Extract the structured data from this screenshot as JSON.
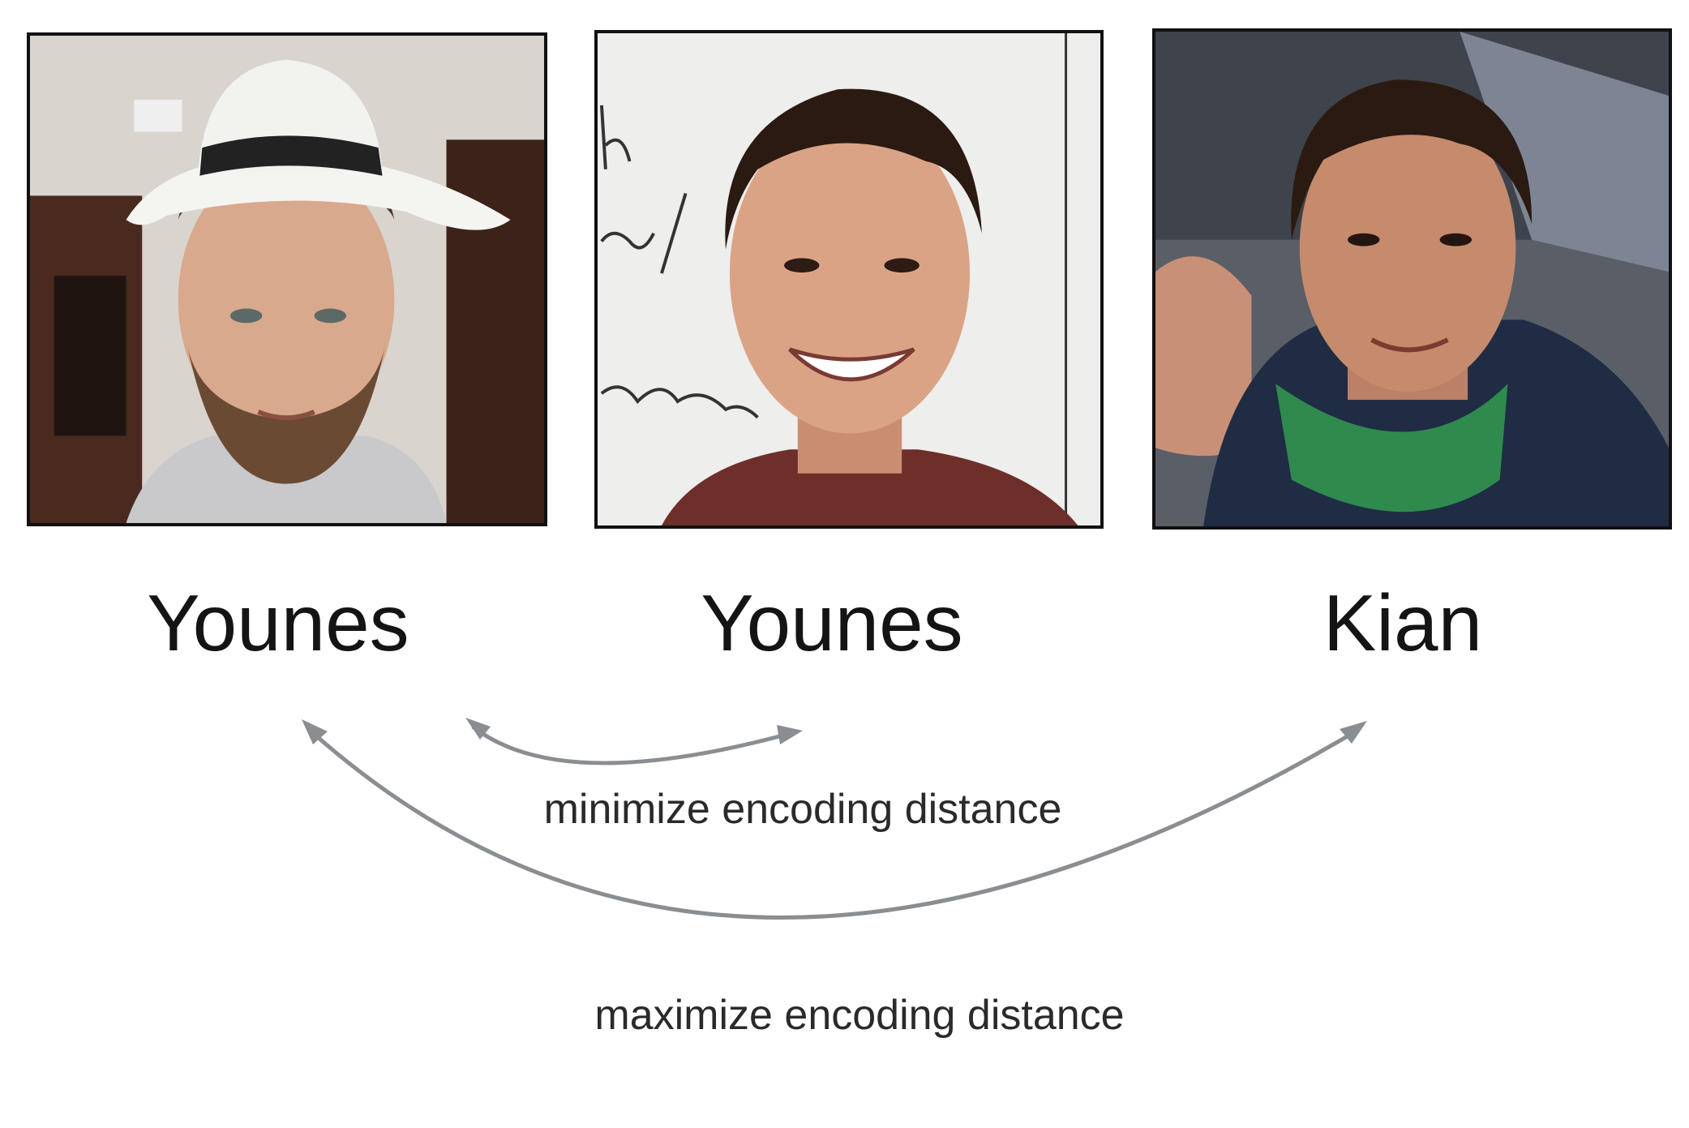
{
  "people": [
    {
      "name": "Younes",
      "photo_icon": "face-photo-hat"
    },
    {
      "name": "Younes",
      "photo_icon": "face-photo-whiteboard"
    },
    {
      "name": "Kian",
      "photo_icon": "face-photo-scarf"
    }
  ],
  "captions": {
    "minimize": "minimize encoding distance",
    "maximize": "maximize encoding distance"
  },
  "colors": {
    "arrow": "#8a8d91",
    "text": "#141414",
    "frame": "#111111"
  }
}
